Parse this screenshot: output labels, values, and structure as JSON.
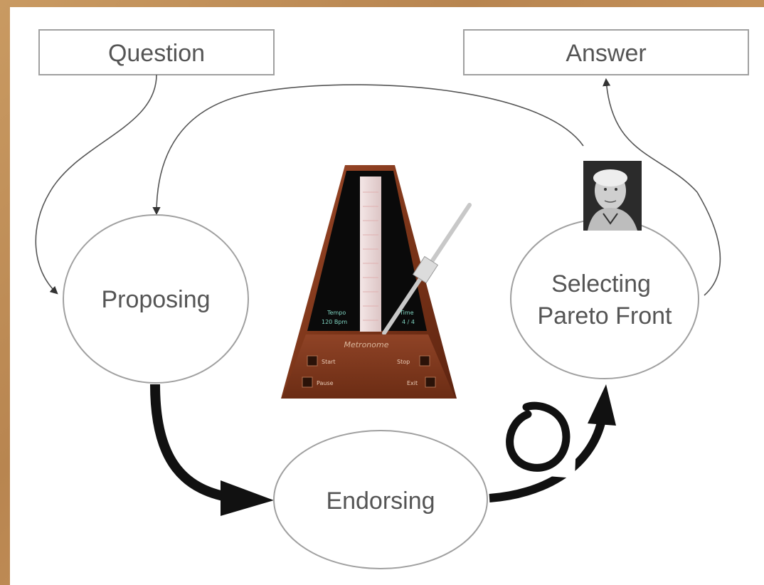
{
  "diagram": {
    "question_label": "Question",
    "answer_label": "Answer",
    "nodes": {
      "proposing": "Proposing",
      "endorsing": "Endorsing",
      "selecting_line1": "Selecting",
      "selecting_line2": "Pareto Front"
    }
  },
  "metronome": {
    "tempo_label": "Tempo",
    "tempo_value": "120 Bpm",
    "time_label": "Time",
    "time_value": "4 / 4",
    "brand": "Metronome",
    "start_label": "Start",
    "stop_label": "Stop",
    "pause_label": "Pause",
    "exit_label": "Exit"
  },
  "colors": {
    "diagram_stroke": "#9a9a9a",
    "label_text": "#555555",
    "metronome_wood": "#8a3e22",
    "backdrop": "#b88550"
  },
  "icons": [
    "portrait-photo",
    "enso-circle-icon",
    "metronome-illustration"
  ]
}
